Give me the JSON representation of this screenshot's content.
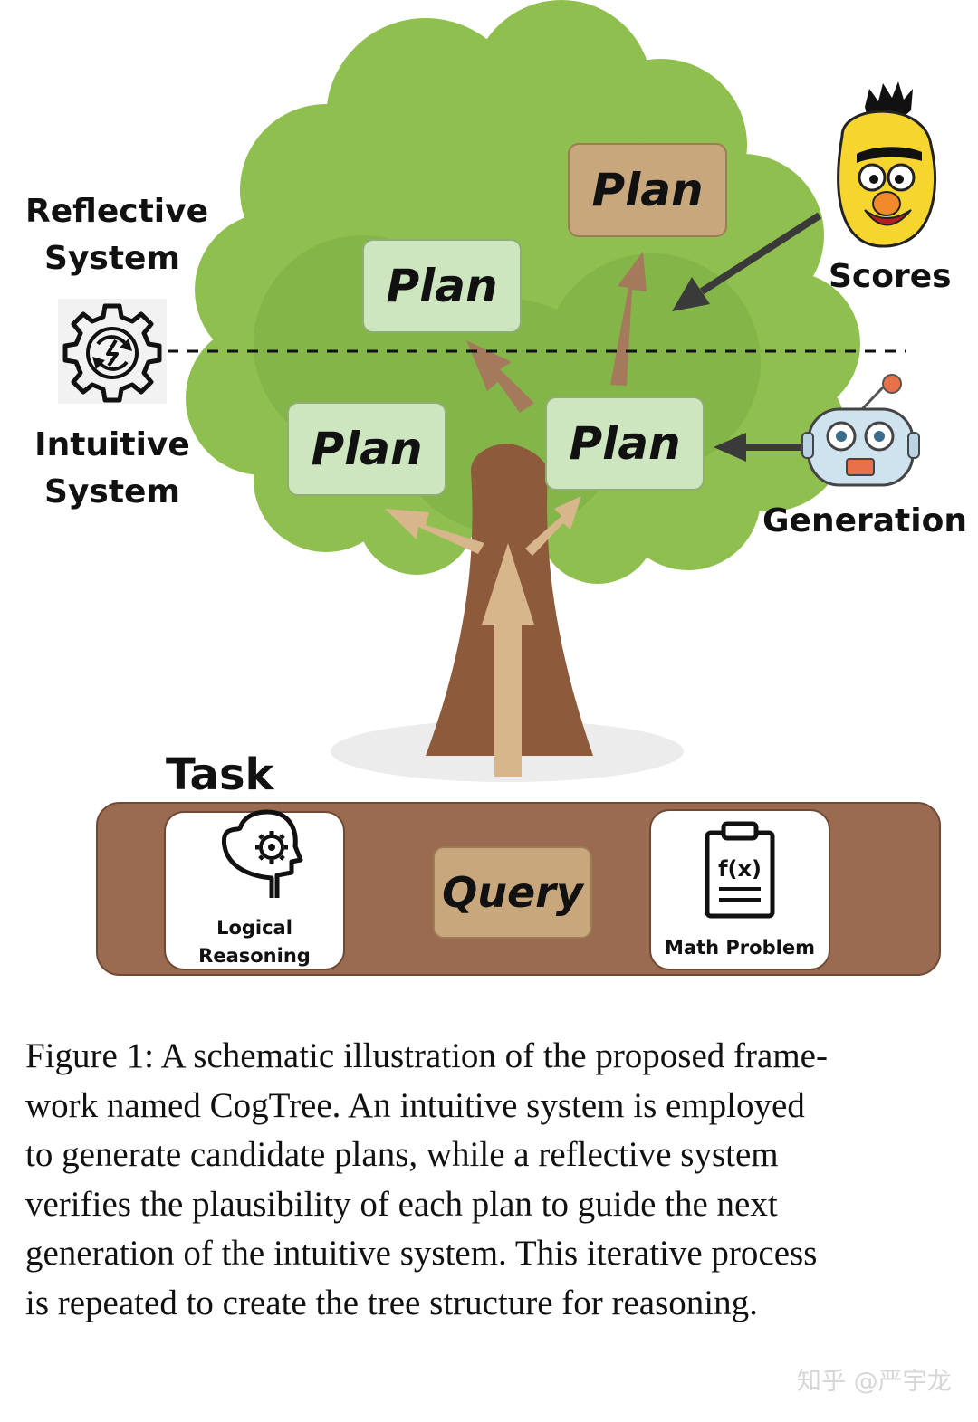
{
  "labels": {
    "reflective_line1": "Reflective",
    "reflective_line2": "System",
    "intuitive_line1": "Intuitive",
    "intuitive_line2": "System",
    "scores": "Scores",
    "generation": "Generation"
  },
  "plans": [
    {
      "label": "Plan",
      "level": "top",
      "color": "tan"
    },
    {
      "label": "Plan",
      "level": "upper-left",
      "color": "green"
    },
    {
      "label": "Plan",
      "level": "lower-left",
      "color": "green"
    },
    {
      "label": "Plan",
      "level": "lower-right",
      "color": "green"
    }
  ],
  "task": {
    "title": "Task",
    "cards": [
      {
        "label_line1": "Logical",
        "label_line2": "Reasoning",
        "icon": "head-gear-icon"
      },
      {
        "label_line1": "Math Problem",
        "icon": "clipboard-fx-icon"
      }
    ],
    "query": "Query"
  },
  "caption": "Figure 1: A schematic illustration of the proposed frame-\nwork named CogTree. An intuitive system is employed\nto generate candidate plans, while a reflective system\nverifies the plausibility of each plan to guide the next\ngeneration of the intuitive system. This iterative process\nis repeated to create the tree structure for reasoning.",
  "watermark": "知乎 @严宇龙",
  "colors": {
    "foliage": "#8fbf4f",
    "foliage_dark": "#79a83d",
    "trunk": "#8e5a3c",
    "arrow": "#a57a5c",
    "trunk_arrow": "#d7b68c",
    "task_band": "#9a6a51",
    "plan_green": "#cde6c0",
    "plan_tan": "#c9a77c"
  }
}
